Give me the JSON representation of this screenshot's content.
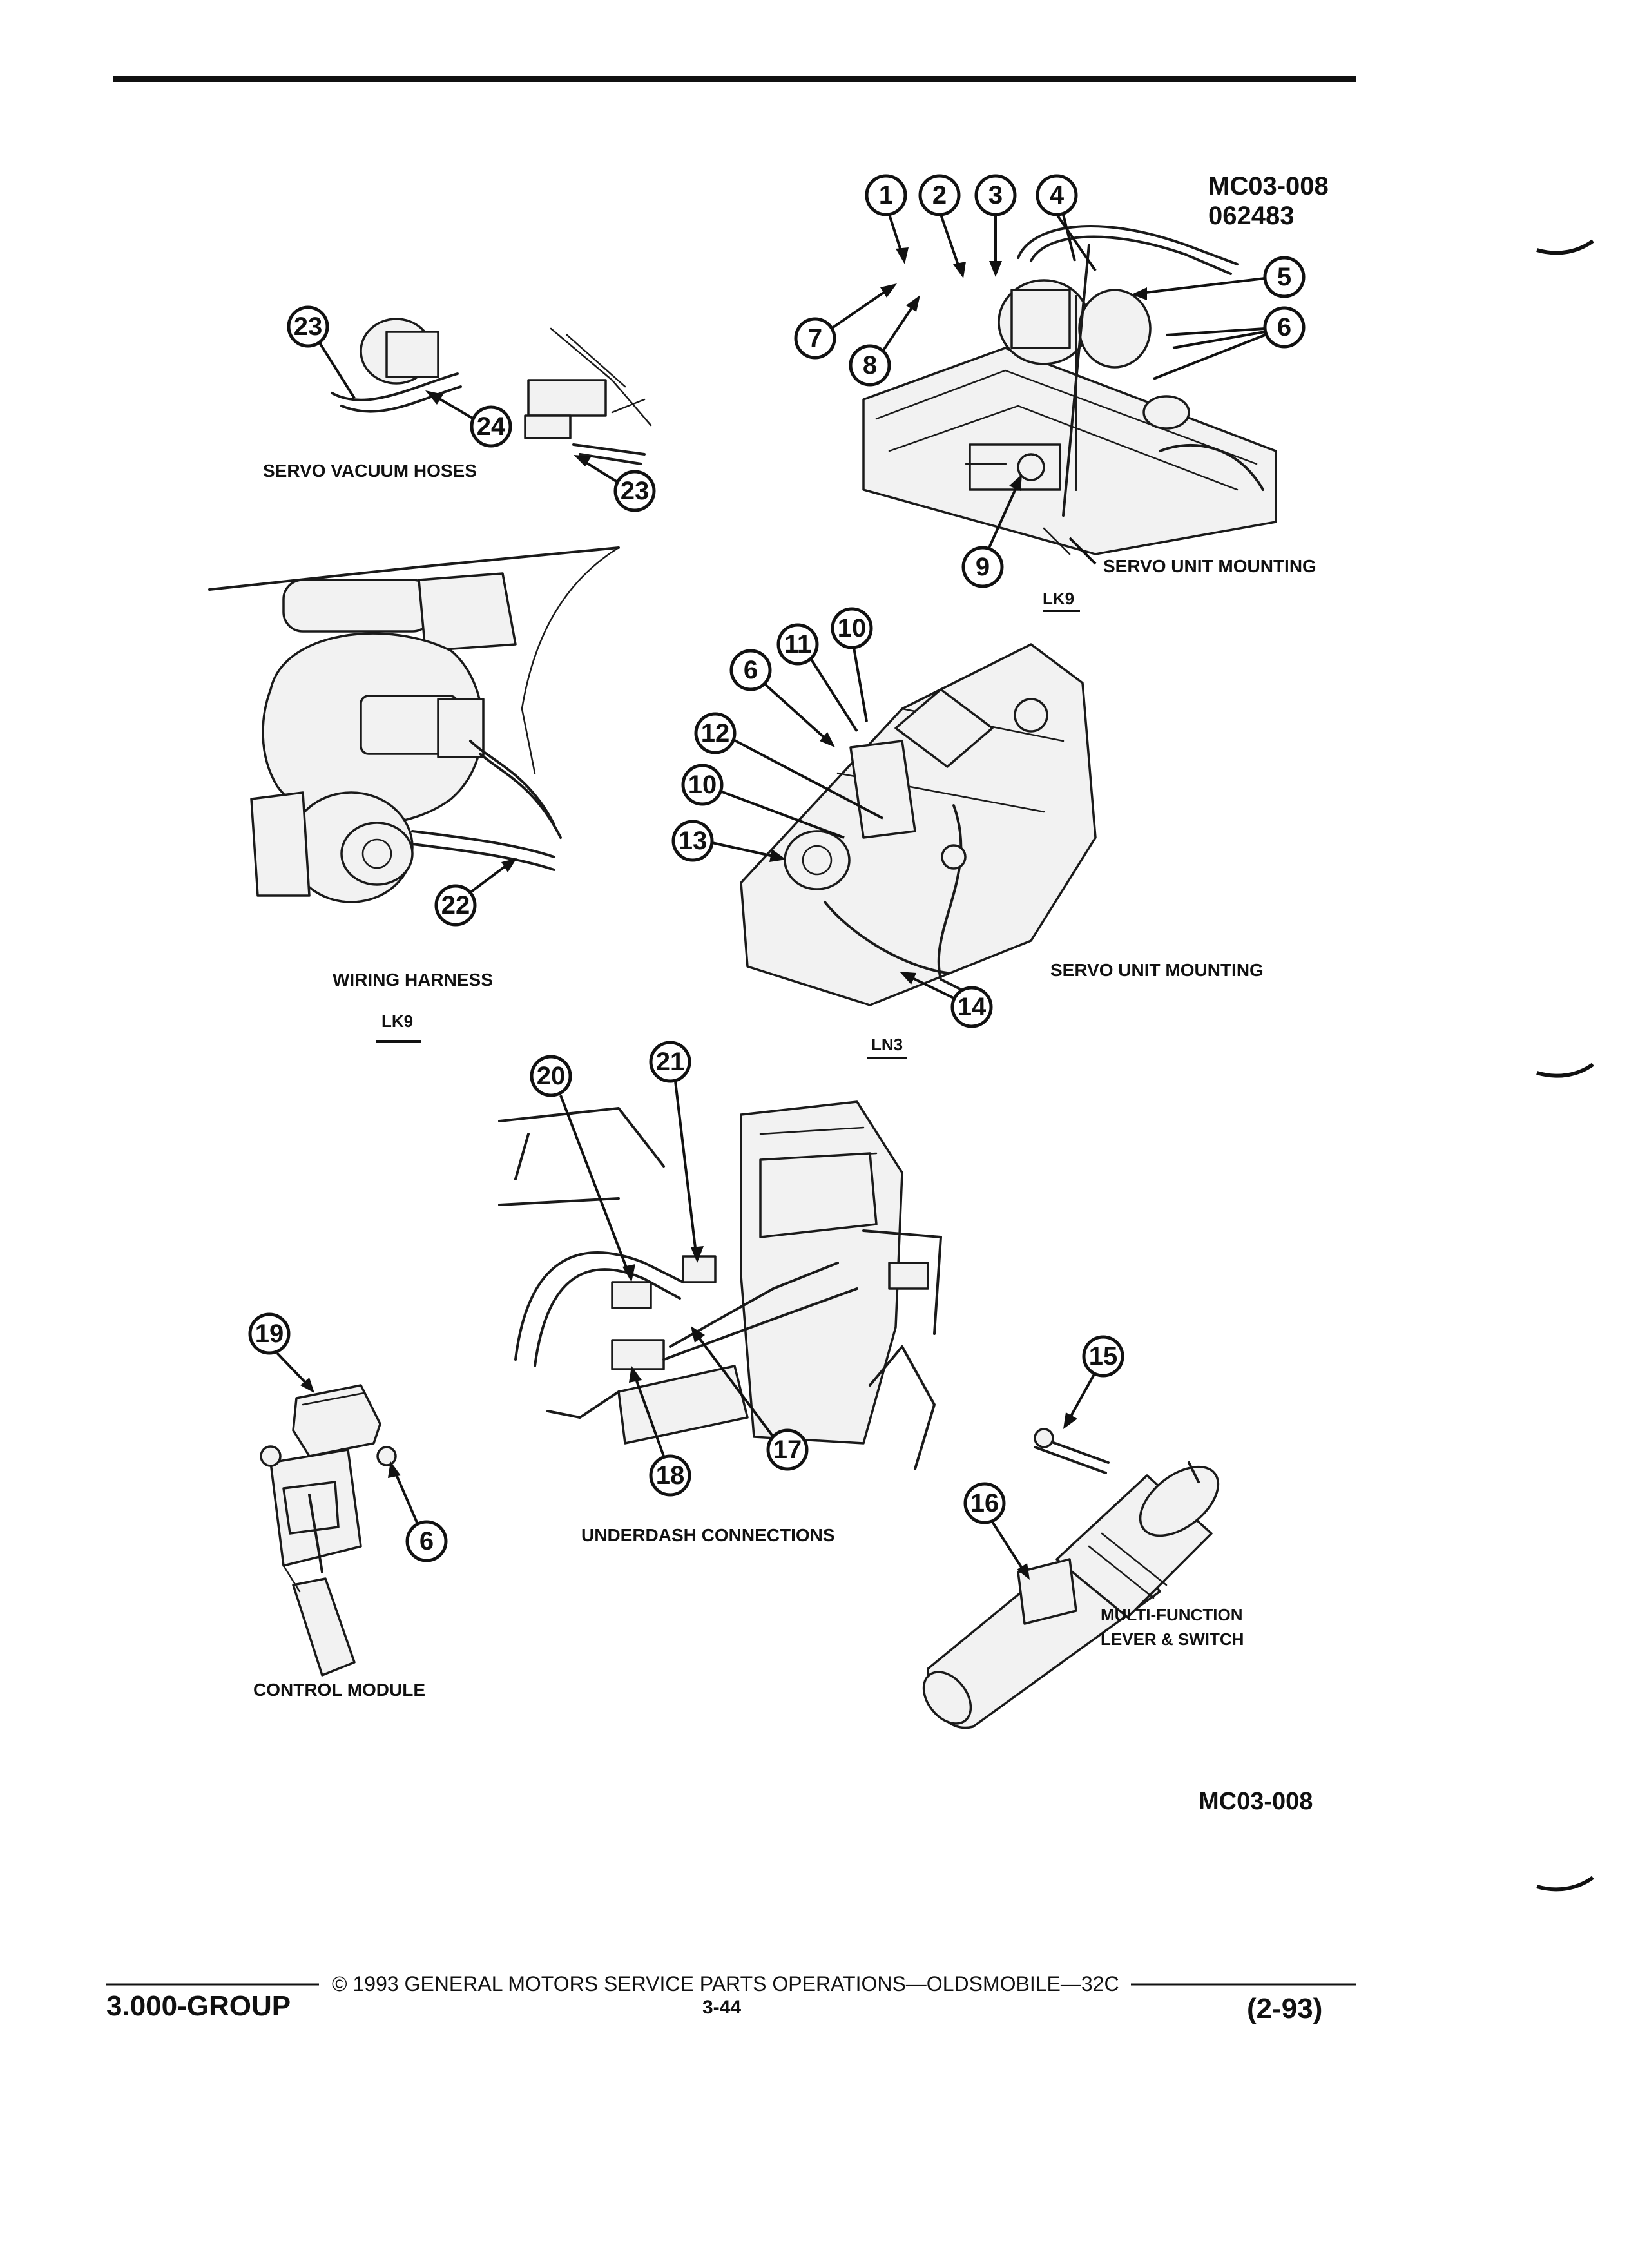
{
  "figure_id_top": "MC03-008",
  "figure_date_code": "062483",
  "figure_id_bottom": "MC03-008",
  "captions": {
    "servo_vacuum_hoses": "SERVO VACUUM HOSES",
    "servo_unit_mounting_top": "SERVO UNIT MOUNTING",
    "engine_lk9_top": "LK9",
    "wiring_harness": "WIRING HARNESS",
    "engine_lk9_mid": "LK9",
    "servo_unit_mounting_mid": "SERVO UNIT MOUNTING",
    "engine_ln3": "LN3",
    "underdash_connections": "UNDERDASH CONNECTIONS",
    "control_module": "CONTROL MODULE",
    "multi_function_line1": "MULTI-FUNCTION",
    "multi_function_line2": "LEVER & SWITCH"
  },
  "callouts": {
    "c1": "1",
    "c2": "2",
    "c3": "3",
    "c4": "4",
    "c5": "5",
    "c6a": "6",
    "c6b": "6",
    "c6c": "6",
    "c7": "7",
    "c8": "8",
    "c9": "9",
    "c10a": "10",
    "c10b": "10",
    "c11": "11",
    "c12": "12",
    "c13": "13",
    "c14": "14",
    "c15": "15",
    "c16": "16",
    "c17": "17",
    "c18": "18",
    "c19": "19",
    "c20": "20",
    "c21": "21",
    "c22": "22",
    "c23a": "23",
    "c23b": "23",
    "c24": "24"
  },
  "footer": {
    "group": "3.000-GROUP",
    "copyright": "© 1993 GENERAL MOTORS SERVICE PARTS OPERATIONS—OLDSMOBILE—32C",
    "page_number": "3-44",
    "revision": "(2-93)"
  }
}
